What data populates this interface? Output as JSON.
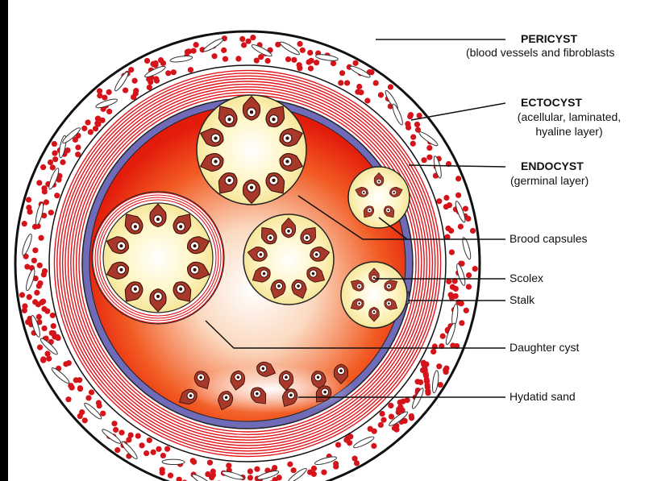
{
  "labels": {
    "pericyst": {
      "title": "PERICYST",
      "sub": "(blood vessels and fibroblasts"
    },
    "ectocyst": {
      "title": "ECTOCYST",
      "sub1": "(acellular, laminated,",
      "sub2": "hyaline layer)"
    },
    "endocyst": {
      "title": "ENDOCYST",
      "sub": "(germinal layer)"
    },
    "brood_capsules": "Brood capsules",
    "scolex": "Scolex",
    "stalk": "Stalk",
    "daughter_cyst": "Daughter cyst",
    "hydatid_sand": "Hydatid sand"
  },
  "colors": {
    "pericyst_fill": "#ffffff",
    "blood_cell": "#d4141a",
    "laminated_stripe": "#e0141a",
    "endocyst": "#6f6bb8",
    "cyst_fluid_center": "#ffffff",
    "cyst_fluid_edge": "#e8200c",
    "brood_capsule": "#fff3b0",
    "scolex": "#a8382a"
  }
}
